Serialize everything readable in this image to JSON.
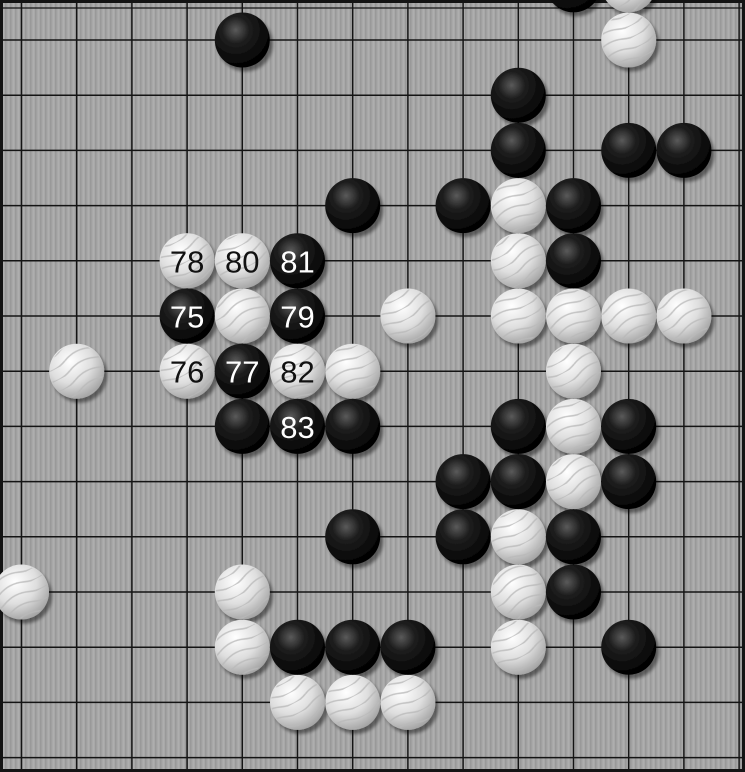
{
  "board": {
    "colors": {
      "board": "#a6a6a6",
      "grain": "#9a9a9a",
      "line": "#141414",
      "black_stone": "#0d0d0d",
      "white_stone": "#dcdcdc",
      "label_on_black": "#ffffff",
      "label_on_white": "#111111"
    },
    "stones": [
      {
        "color": "black",
        "col": 10,
        "row": -1,
        "label": ""
      },
      {
        "color": "white",
        "col": 11,
        "row": -1,
        "label": ""
      },
      {
        "color": "black",
        "col": 4,
        "row": 0,
        "label": ""
      },
      {
        "color": "white",
        "col": 11,
        "row": 0,
        "label": ""
      },
      {
        "color": "black",
        "col": 9,
        "row": 1,
        "label": ""
      },
      {
        "color": "black",
        "col": 9,
        "row": 2,
        "label": ""
      },
      {
        "color": "black",
        "col": 11,
        "row": 2,
        "label": ""
      },
      {
        "color": "black",
        "col": 12,
        "row": 2,
        "label": ""
      },
      {
        "color": "black",
        "col": 6,
        "row": 3,
        "label": ""
      },
      {
        "color": "black",
        "col": 8,
        "row": 3,
        "label": ""
      },
      {
        "color": "white",
        "col": 9,
        "row": 3,
        "label": ""
      },
      {
        "color": "black",
        "col": 10,
        "row": 3,
        "label": ""
      },
      {
        "color": "white",
        "col": 3,
        "row": 4,
        "label": "78"
      },
      {
        "color": "white",
        "col": 4,
        "row": 4,
        "label": "80"
      },
      {
        "color": "black",
        "col": 5,
        "row": 4,
        "label": "81"
      },
      {
        "color": "white",
        "col": 9,
        "row": 4,
        "label": ""
      },
      {
        "color": "black",
        "col": 10,
        "row": 4,
        "label": ""
      },
      {
        "color": "black",
        "col": 3,
        "row": 5,
        "label": "75"
      },
      {
        "color": "white",
        "col": 4,
        "row": 5,
        "label": ""
      },
      {
        "color": "black",
        "col": 5,
        "row": 5,
        "label": "79"
      },
      {
        "color": "white",
        "col": 7,
        "row": 5,
        "label": ""
      },
      {
        "color": "white",
        "col": 9,
        "row": 5,
        "label": ""
      },
      {
        "color": "white",
        "col": 10,
        "row": 5,
        "label": ""
      },
      {
        "color": "white",
        "col": 11,
        "row": 5,
        "label": ""
      },
      {
        "color": "white",
        "col": 12,
        "row": 5,
        "label": ""
      },
      {
        "color": "white",
        "col": 1,
        "row": 6,
        "label": ""
      },
      {
        "color": "white",
        "col": 3,
        "row": 6,
        "label": "76"
      },
      {
        "color": "black",
        "col": 4,
        "row": 6,
        "label": "77"
      },
      {
        "color": "white",
        "col": 5,
        "row": 6,
        "label": "82"
      },
      {
        "color": "white",
        "col": 6,
        "row": 6,
        "label": ""
      },
      {
        "color": "white",
        "col": 10,
        "row": 6,
        "label": ""
      },
      {
        "color": "black",
        "col": 4,
        "row": 7,
        "label": ""
      },
      {
        "color": "black",
        "col": 5,
        "row": 7,
        "label": "83"
      },
      {
        "color": "black",
        "col": 6,
        "row": 7,
        "label": ""
      },
      {
        "color": "black",
        "col": 9,
        "row": 7,
        "label": ""
      },
      {
        "color": "white",
        "col": 10,
        "row": 7,
        "label": ""
      },
      {
        "color": "black",
        "col": 11,
        "row": 7,
        "label": ""
      },
      {
        "color": "black",
        "col": 8,
        "row": 8,
        "label": ""
      },
      {
        "color": "black",
        "col": 9,
        "row": 8,
        "label": ""
      },
      {
        "color": "white",
        "col": 10,
        "row": 8,
        "label": ""
      },
      {
        "color": "black",
        "col": 11,
        "row": 8,
        "label": ""
      },
      {
        "color": "black",
        "col": 6,
        "row": 9,
        "label": ""
      },
      {
        "color": "black",
        "col": 8,
        "row": 9,
        "label": ""
      },
      {
        "color": "white",
        "col": 9,
        "row": 9,
        "label": ""
      },
      {
        "color": "black",
        "col": 10,
        "row": 9,
        "label": ""
      },
      {
        "color": "white",
        "col": 0,
        "row": 10,
        "label": ""
      },
      {
        "color": "white",
        "col": 4,
        "row": 10,
        "label": ""
      },
      {
        "color": "white",
        "col": 9,
        "row": 10,
        "label": ""
      },
      {
        "color": "black",
        "col": 10,
        "row": 10,
        "label": ""
      },
      {
        "color": "white",
        "col": 4,
        "row": 11,
        "label": ""
      },
      {
        "color": "black",
        "col": 5,
        "row": 11,
        "label": ""
      },
      {
        "color": "black",
        "col": 6,
        "row": 11,
        "label": ""
      },
      {
        "color": "black",
        "col": 7,
        "row": 11,
        "label": ""
      },
      {
        "color": "white",
        "col": 9,
        "row": 11,
        "label": ""
      },
      {
        "color": "black",
        "col": 11,
        "row": 11,
        "label": ""
      },
      {
        "color": "white",
        "col": 5,
        "row": 12,
        "label": ""
      },
      {
        "color": "white",
        "col": 6,
        "row": 12,
        "label": ""
      },
      {
        "color": "white",
        "col": 7,
        "row": 12,
        "label": ""
      }
    ]
  }
}
